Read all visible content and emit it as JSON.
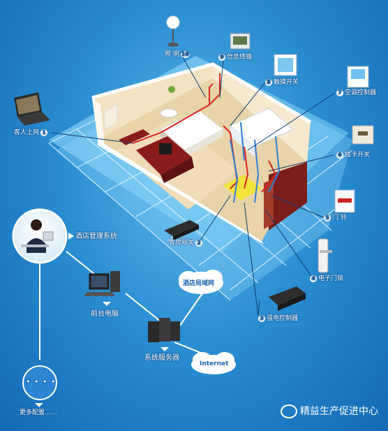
{
  "labels": {
    "guest_internet": "客人上网",
    "guest_gateway": "客房网关",
    "power_controller": "强电控制器",
    "door_lock": "电子门锁",
    "doorbell": "门 铃",
    "card_switch": "插卡开关",
    "ac_controller": "空调控制器",
    "touch_switch": "触摸开关",
    "info_terminal": "信息终端",
    "lighting": "照 明",
    "hotel_mgmt": "酒店管理系统",
    "front_pc": "前台电脑",
    "server": "系统服务器",
    "lan": "酒店局域网",
    "internet": "Internet",
    "more": "更多配置……",
    "watermark": "精益生产促进中心"
  },
  "numbers": {
    "n1": "1",
    "n2": "2",
    "n3": "3",
    "n4": "4",
    "n5": "5",
    "n6": "6",
    "n7": "7",
    "n8": "8",
    "n9": "9",
    "n10": "10",
    "dots": "• • • •"
  },
  "colors": {
    "red_wire": "#d8231f",
    "blue_wire": "#2f7fd6",
    "grid": "#dff3ff",
    "floor": "#e9d3a8",
    "wall": "#f3e5c8"
  }
}
